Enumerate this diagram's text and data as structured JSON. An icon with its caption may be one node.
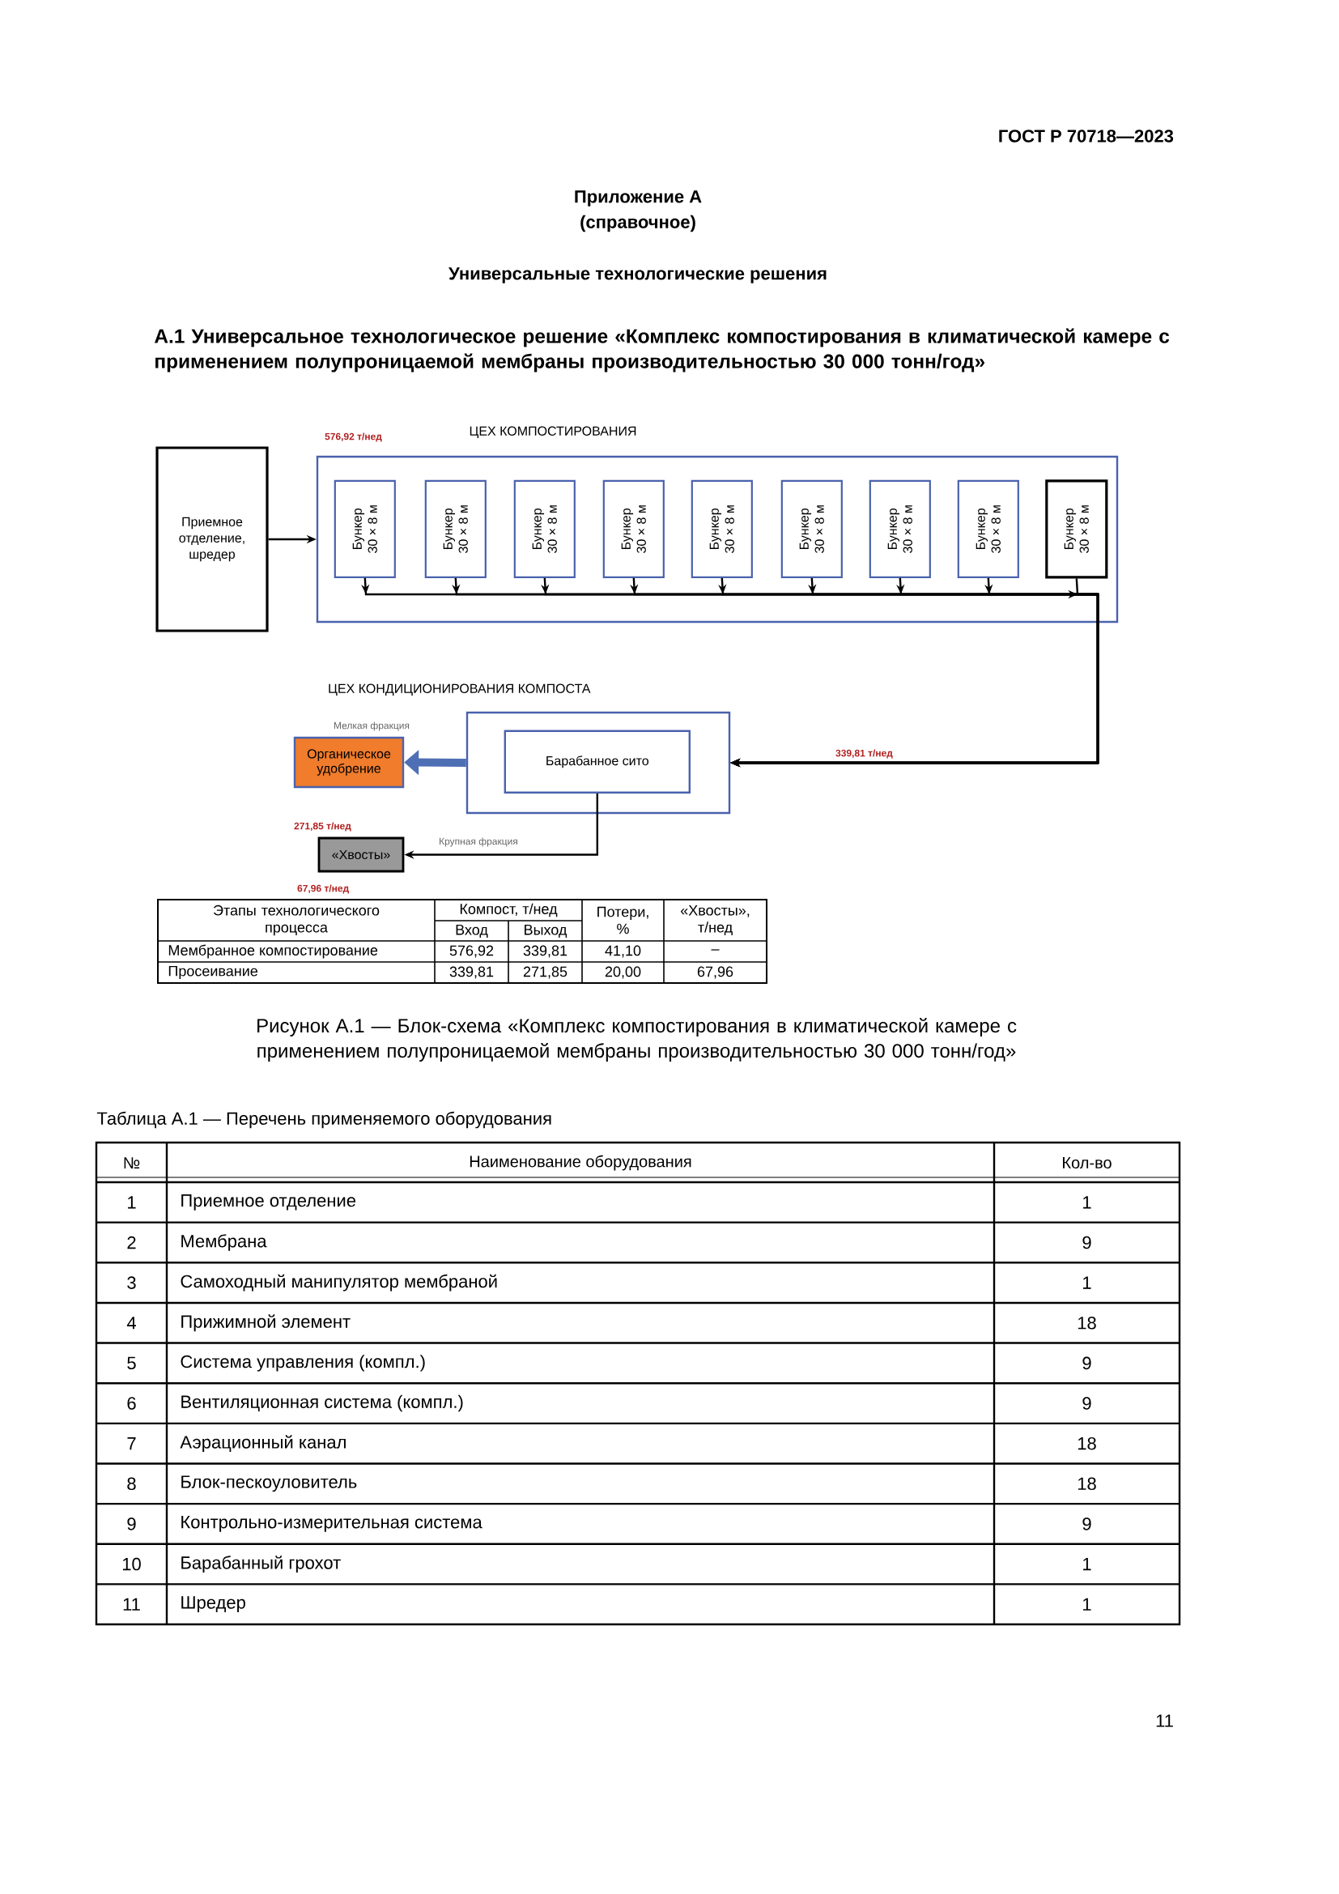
{
  "diagram": {
    "title": "А.1 Универсальное технологическое решение «Комплекс компостирования в климатической камере с применением полупроницаемой мембраны производительностью 30 000 тонн/год»",
    "caption": "Рисунок А.1 — Блок-схема «Комплекс компостирования в климатической камере с применением полупроницаемой мембраны производительностью 30 000 тонн/год»",
    "nodes": [
      {
        "text": [
          "Приемное отделение, шредер"
        ]
      },
      {
        "text": [
          "ЦЕХ КОМПОСТИРОВАНИЯ"
        ]
      },
      {
        "text": [
          "Бункер 30 × 8 м"
        ],
        "in": 1
      },
      {
        "text": [
          "Бункер 30 × 8 м"
        ],
        "in": 1
      },
      {
        "text": [
          "Бункер 30 × 8 м"
        ],
        "in": 1
      },
      {
        "text": [
          "Бункер 30 × 8 м"
        ],
        "in": 1
      },
      {
        "text": [
          "Бункер 30 × 8 м"
        ],
        "in": 1
      },
      {
        "text": [
          "Бункер 30 × 8 м"
        ],
        "in": 1
      },
      {
        "text": [
          "Бункер 30 × 8 м"
        ],
        "in": 1
      },
      {
        "text": [
          "Бункер 30 × 8 м"
        ],
        "in": 1
      },
      {
        "text": [
          "Бункер 30 × 8 м"
        ],
        "in": 1
      },
      {
        "text": [
          "ЦЕХ КОНДИЦИОНИРОВАНИЯ КОМПОСТА"
        ]
      },
      {
        "text": [
          "Барабанное сито"
        ],
        "in": 11
      },
      {
        "text": [
          "Органическое удобрение"
        ]
      },
      {
        "text": [
          "«Хвосты»"
        ]
      }
    ],
    "edges": [
      {
        "from": 0,
        "to": 1,
        "arrow": "to"
      },
      {
        "from": 2,
        "to": 11,
        "arrow": "to"
      },
      {
        "from": 3,
        "to": 11,
        "arrow": "to"
      },
      {
        "from": 4,
        "to": 11,
        "arrow": "to"
      },
      {
        "from": 5,
        "to": 11,
        "arrow": "to"
      },
      {
        "from": 6,
        "to": 11,
        "arrow": "to"
      },
      {
        "from": 7,
        "to": 11,
        "arrow": "to"
      },
      {
        "from": 8,
        "to": 11,
        "arrow": "to"
      },
      {
        "from": 9,
        "to": 11,
        "arrow": "to"
      },
      {
        "from": 10,
        "to": 11,
        "arrow": "to"
      },
      {
        "from": 11,
        "to": 13,
        "arrow": "to",
        "label": "Мелкая фракция",
        "style": "thick",
        "color": "#4f6fb5"
      },
      {
        "from": 12,
        "to": 14,
        "arrow": "to",
        "label": "Крупная фракция"
      }
    ],
    "labels": [
      "ГОСТ Р 70718—2023",
      "Приложение А",
      "(справочное)",
      "Универсальные технологические решения",
      "576,92 т/нед",
      "339,81 т/нед",
      "271,85 т/нед",
      "67,96 т/нед",
      "Этапы технологического процесса",
      "Компост, т/нед",
      "Потери, %",
      "«Хвосты», т/нед",
      "Вход",
      "Выход",
      "Мембранное компостирование",
      "576,92",
      "339,81",
      "41,10",
      "–",
      "Просеивание",
      "339,81",
      "271,85",
      "20,00",
      "67,96",
      "Таблица А.1 — Перечень применяемого оборудования",
      "№",
      "Наименование оборудования",
      "Кол-во",
      "1",
      "Приемное отделение",
      "1",
      "2",
      "Мембрана",
      "9",
      "3",
      "Самоходный манипулятор мембраной",
      "1",
      "4",
      "Прижимной элемент",
      "18",
      "5",
      "Система управления (компл.)",
      "9",
      "6",
      "Вентиляционная система (компл.)",
      "9",
      "7",
      "Аэрационный канал",
      "18",
      "8",
      "Блок-пескоуловитель",
      "18",
      "9",
      "Контрольно-измерительная система",
      "9",
      "10",
      "Барабанный грохот",
      "1",
      "11",
      "Шредер",
      "1",
      "11"
    ]
  }
}
